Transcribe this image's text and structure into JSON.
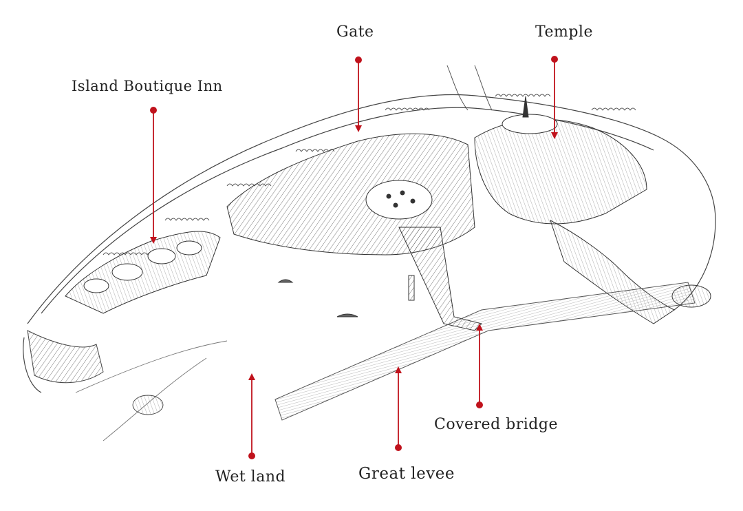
{
  "illustration": {
    "style": "pencil sketch",
    "accent_color": "#c0121c",
    "ink_color": "#2a2a2a"
  },
  "callouts": {
    "gate": "Gate",
    "temple": "Temple",
    "island_boutique_inn": "Island Boutique Inn",
    "covered_bridge": "Covered bridge",
    "wet_land": "Wet land",
    "great_levee": "Great levee"
  }
}
